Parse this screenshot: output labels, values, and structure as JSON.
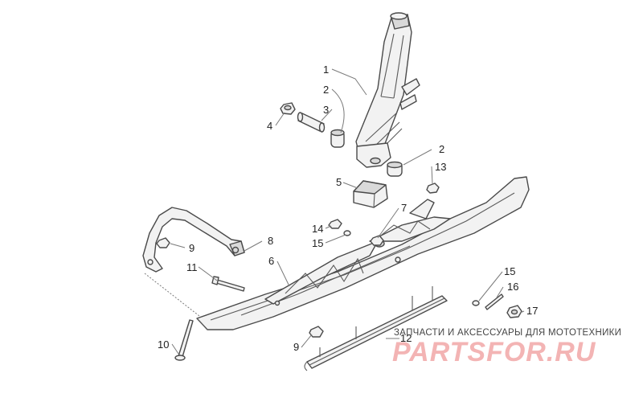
{
  "callouts": {
    "c1": "1",
    "c2a": "2",
    "c2b": "2",
    "c3": "3",
    "c4": "4",
    "c5": "5",
    "c6": "6",
    "c7": "7",
    "c8": "8",
    "c9a": "9",
    "c9b": "9",
    "c10": "10",
    "c11": "11",
    "c12": "12",
    "c13": "13",
    "c14": "14",
    "c15a": "15",
    "c15b": "15",
    "c16": "16",
    "c17": "17"
  },
  "watermark": {
    "tagline": "ЗАПЧАСТИ И АКСЕССУАРЫ ДЛЯ МОТОТЕХНИКИ",
    "brand": "PARTSFOR.RU"
  }
}
